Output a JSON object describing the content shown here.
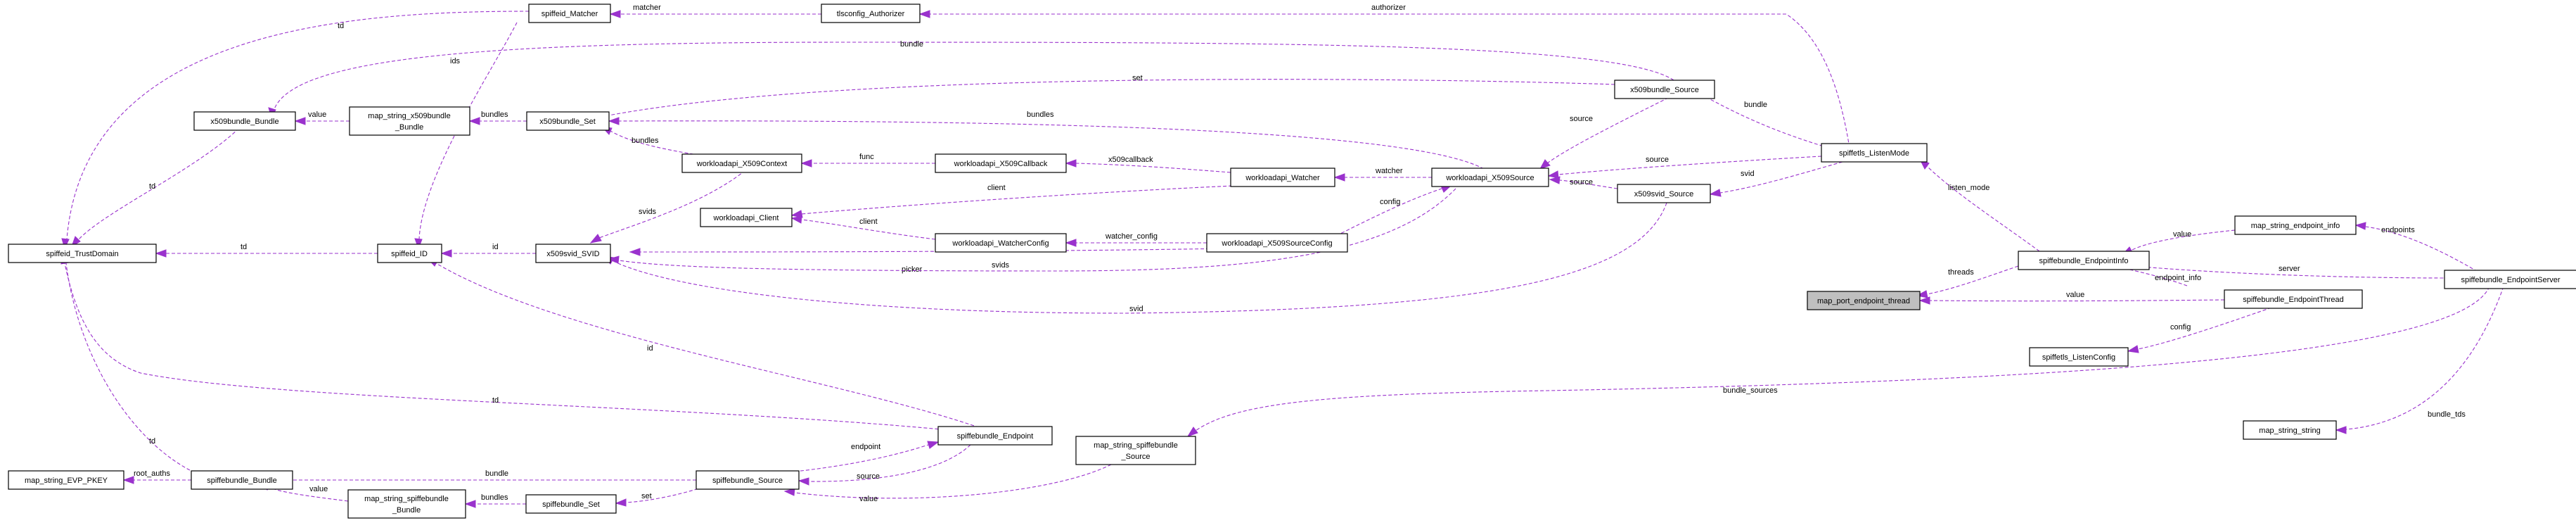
{
  "nodes": {
    "spiffeid_TrustDomain": "spiffeid_TrustDomain",
    "spiffeid_Matcher": "spiffeid_Matcher",
    "tlsconfig_Authorizer": "tlsconfig_Authorizer",
    "x509bundle_Bundle": "x509bundle_Bundle",
    "map_string_x509bundle_Bundle": [
      "map_string_x509bundle",
      "_Bundle"
    ],
    "x509bundle_Set": "x509bundle_Set",
    "workloadapi_X509Context": "workloadapi_X509Context",
    "workloadapi_X509Callback": "workloadapi_X509Callback",
    "workloadapi_Watcher": "workloadapi_Watcher",
    "workloadapi_X509Source": "workloadapi_X509Source",
    "x509bundle_Source": "x509bundle_Source",
    "spiffetls_ListenMode": "spiffetls_ListenMode",
    "x509svid_Source": "x509svid_Source",
    "workloadapi_Client": "workloadapi_Client",
    "workloadapi_WatcherConfig": "workloadapi_WatcherConfig",
    "workloadapi_X509SourceConfig": "workloadapi_X509SourceConfig",
    "spiffeid_ID": "spiffeid_ID",
    "x509svid_SVID": "x509svid_SVID",
    "spiffebundle_Endpoint": "spiffebundle_Endpoint",
    "map_string_EVP_PKEY": "map_string_EVP_PKEY",
    "spiffebundle_Bundle": "spiffebundle_Bundle",
    "map_string_spiffebundle_Bundle": [
      "map_string_spiffebundle",
      "_Bundle"
    ],
    "spiffebundle_Set": "spiffebundle_Set",
    "spiffebundle_Source": "spiffebundle_Source",
    "map_string_spiffebundle_Source": [
      "map_string_spiffebundle",
      "_Source"
    ],
    "map_port_endpoint_thread": "map_port_endpoint_thread",
    "spiffebundle_EndpointInfo": "spiffebundle_EndpointInfo",
    "map_string_endpoint_info": "map_string_endpoint_info",
    "spiffebundle_EndpointThread": "spiffebundle_EndpointThread",
    "spiffetls_ListenConfig": "spiffetls_ListenConfig",
    "spiffebundle_EndpointServer": "spiffebundle_EndpointServer",
    "map_string_string": "map_string_string"
  },
  "edge_labels": {
    "matcher": "matcher",
    "authorizer": "authorizer",
    "td_top": "td",
    "ids": "ids",
    "bundle_top": "bundle",
    "set": "set",
    "value_x509": "value",
    "bundles_x509": "bundles",
    "bundles_set": "bundles",
    "bundles_ctx": "bundles",
    "bundle_ls": "bundle",
    "source_xbs": "source",
    "func": "func",
    "x509callback": "x509callback",
    "watcher": "watcher",
    "source_ls": "source",
    "svid_ls": "svid",
    "source_svs": "source",
    "td_x509": "td",
    "svids_ctx": "svids",
    "client_watcher": "client",
    "client_wc": "client",
    "config": "config",
    "watcher_config": "watcher_config",
    "listen_mode": "listen_mode",
    "threads": "threads",
    "value_epi": "value",
    "endpoints": "endpoints",
    "server": "server",
    "endpoint_info": "endpoint_info",
    "value_ept": "value",
    "config_lc": "config",
    "picker": "picker",
    "td_id": "td",
    "id_svid": "id",
    "svids_src": "svids",
    "svid_src": "svid",
    "id_ep": "id",
    "td_ep": "td",
    "bundle_sources": "bundle_sources",
    "bundle_tds": "bundle_tds",
    "td_sb": "td",
    "endpoint": "endpoint",
    "source_ep": "source",
    "value_sbs": "value",
    "root_auths": "root_auths",
    "bundle_sb": "bundle",
    "value_sb": "value",
    "bundles_sbset": "bundles",
    "set_sbs": "set"
  },
  "colors": {
    "edge": "#9a32cd",
    "node_border": "#000000",
    "focus_fill": "#bfbfbf"
  }
}
